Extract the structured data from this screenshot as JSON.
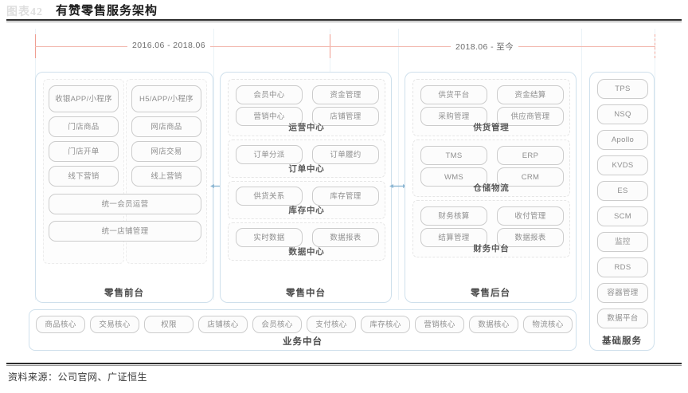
{
  "header": {
    "figure_number": "图表42",
    "title": "有赞零售服务架构"
  },
  "footer": {
    "source": "资料来源：公司官网、广证恒生"
  },
  "timeline": {
    "left_label": "2016.06 - 2018.06",
    "right_label": "2018.06 - 至今"
  },
  "colors": {
    "pillar_border": "#cfe0ec",
    "chip_border": "#cccccc",
    "timeline": "#f2b7ae",
    "chip_text": "#8f8f8f",
    "title_text": "#4a4a4a"
  },
  "arrows": {
    "left_right_1": "↔",
    "left_right_2": "↔",
    "left_right_3": "↔"
  },
  "pillars": [
    {
      "id": "retail-frontend",
      "title": "零售前台",
      "columns": [
        [
          "收银APP/小程序",
          "门店商品",
          "门店开单",
          "线下营销"
        ],
        [
          "H5/APP/小程序",
          "网店商品",
          "网店交易",
          "线上营销"
        ]
      ],
      "full_width_chips": [
        "统一会员运营",
        "统一店铺管理"
      ]
    },
    {
      "id": "retail-middle",
      "title": "零售中台",
      "groups": [
        {
          "title": "运营中心",
          "chips": [
            "会员中心",
            "资金管理",
            "营销中心",
            "店铺管理"
          ]
        },
        {
          "title": "订单中心",
          "chips": [
            "订单分派",
            "订单履约"
          ]
        },
        {
          "title": "库存中心",
          "chips": [
            "供货关系",
            "库存管理"
          ]
        },
        {
          "title": "数据中心",
          "chips": [
            "实时数据",
            "数据报表"
          ]
        }
      ]
    },
    {
      "id": "retail-backend",
      "title": "零售后台",
      "groups": [
        {
          "title": "供货管理",
          "chips": [
            "供货平台",
            "资金结算",
            "采购管理",
            "供应商管理"
          ]
        },
        {
          "title": "仓储物流",
          "chips": [
            "TMS",
            "ERP",
            "WMS",
            "CRM"
          ]
        },
        {
          "title": "财务中台",
          "chips": [
            "财务核算",
            "收付管理",
            "结算管理",
            "数据报表"
          ]
        }
      ]
    },
    {
      "id": "base-service",
      "title": "基础服务",
      "chips": [
        "TPS",
        "NSQ",
        "Apollo",
        "KVDS",
        "ES",
        "SCM",
        "监控",
        "RDS",
        "容器管理",
        "数据平台"
      ]
    }
  ],
  "business_bar": {
    "title": "业务中台",
    "chips": [
      "商品核心",
      "交易核心",
      "权限",
      "店铺核心",
      "会员核心",
      "支付核心",
      "库存核心",
      "营销核心",
      "数据核心",
      "物流核心"
    ]
  }
}
